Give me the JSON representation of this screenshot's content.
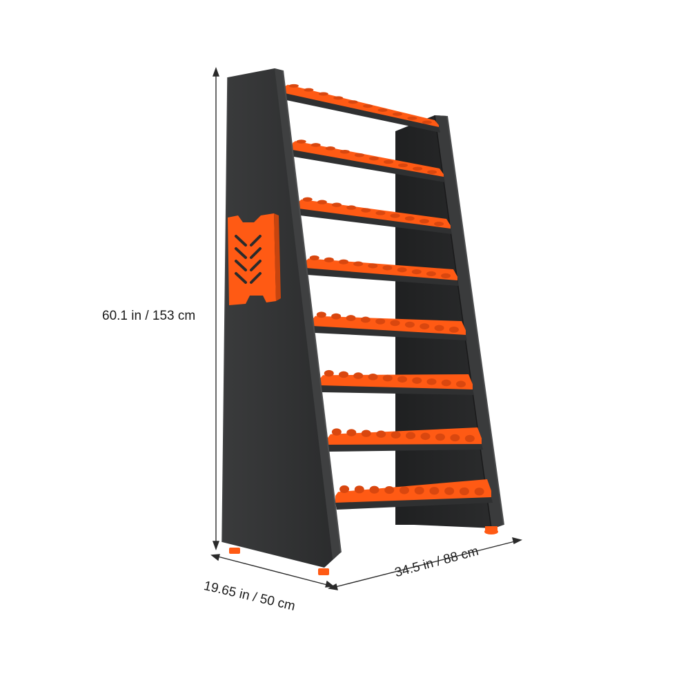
{
  "dimensions": {
    "height": "60.1 in / 153 cm",
    "depth": "19.65 in / 50 cm",
    "width": "34.5 in / 88 cm"
  },
  "product": {
    "frame_color": "#2f3031",
    "accent_color": "#ff5a14",
    "shelf_count": 8
  }
}
